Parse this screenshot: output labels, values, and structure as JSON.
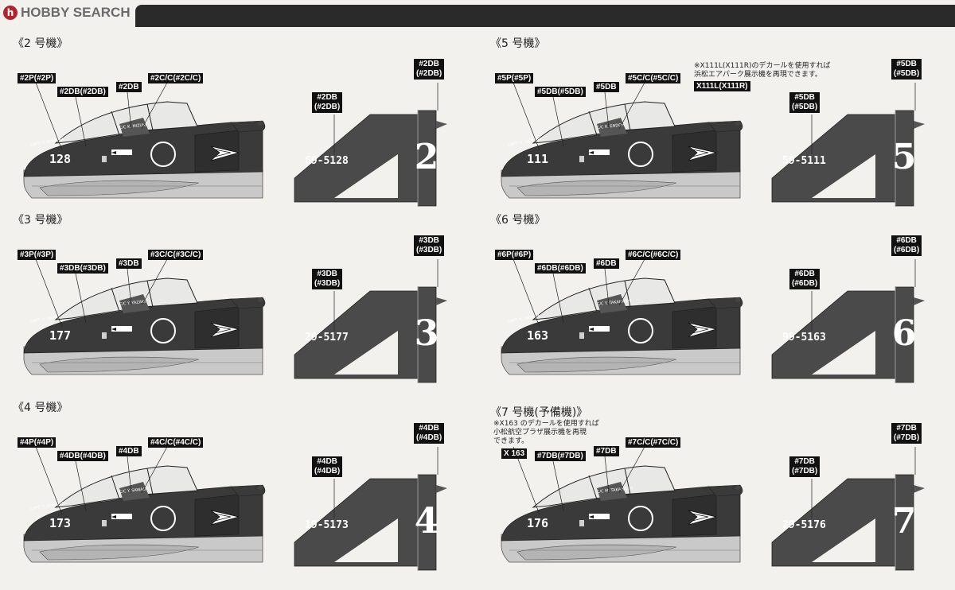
{
  "brand": {
    "mark": "h",
    "name": "HOBBY SEARCH"
  },
  "panels": [
    {
      "title": "《2 号機》",
      "pilot_callout": "#2P(#2P)",
      "db_small_callout": "#2DB(#2DB)",
      "db_callout": "#2DB",
      "cc_callout": "#2C/C(#2C/C)",
      "nose_number": "128",
      "pilot_name": "CAPT. Y. NOMURA",
      "crew_name": "C/C K. MIZUKI",
      "tail_serial": "69-5128",
      "tail_digit": "2",
      "tail_callout_top": [
        "#2DB",
        "(#2DB)"
      ],
      "tail_callout_side": [
        "#2DB",
        "(#2DB)"
      ]
    },
    {
      "title": "《5 号機》",
      "pilot_callout": "#5P(#5P)",
      "db_small_callout": "#5DB(#5DB)",
      "db_callout": "#5DB",
      "cc_callout": "#5C/C(#5C/C)",
      "nose_number": "111",
      "pilot_name": "CAPT. S. SATOSHI",
      "crew_name": "C/C K. ENDOH",
      "tail_serial": "59-5111",
      "tail_digit": "5",
      "tail_callout_top": [
        "#5DB",
        "(#5DB)"
      ],
      "tail_callout_side": [
        "#5DB",
        "(#5DB)"
      ],
      "note_lines": [
        "※X111L(X111R)のデカールを使用すれば",
        "浜松エアパーク展示機を再現できます。"
      ],
      "extra_callout": "X111L(X111R)"
    },
    {
      "title": "《3 号機》",
      "pilot_callout": "#3P(#3P)",
      "db_small_callout": "#3DB(#3DB)",
      "db_callout": "#3DB",
      "cc_callout": "#3C/C(#3C/C)",
      "nose_number": "177",
      "pilot_name": "CAPT. Y. OKANE",
      "crew_name": "C/C Y. YAZAKI",
      "tail_serial": "29-5177",
      "tail_digit": "3",
      "tail_callout_top": [
        "#3DB",
        "(#3DB)"
      ],
      "tail_callout_side": [
        "#3DB",
        "(#3DB)"
      ]
    },
    {
      "title": "《6 号機》",
      "pilot_callout": "#6P(#6P)",
      "db_small_callout": "#6DB(#6DB)",
      "db_callout": "#6DB",
      "cc_callout": "#6C/C(#6C/C)",
      "nose_number": "163",
      "pilot_name": "CAPT. K. MORIYA",
      "crew_name": "C/C Y. TAKAHASHI",
      "tail_serial": "99-5163",
      "tail_digit": "6",
      "tail_callout_top": [
        "#6DB",
        "(#6DB)"
      ],
      "tail_callout_side": [
        "#6DB",
        "(#6DB)"
      ]
    },
    {
      "title": "《4 号機》",
      "pilot_callout": "#4P(#4P)",
      "db_small_callout": "#4DB(#4DB)",
      "db_callout": "#4DB",
      "cc_callout": "#4C/C(#4C/C)",
      "nose_number": "173",
      "pilot_name": "CAPT. T. HOMOTO",
      "crew_name": "C/C Y. SAWADA",
      "tail_serial": "19-5173",
      "tail_digit": "4",
      "tail_callout_top": [
        "#4DB",
        "(#4DB)"
      ],
      "tail_callout_side": [
        "#4DB",
        "(#4DB)"
      ]
    },
    {
      "title": "《7 号機(予備機)》",
      "pilot_callout": "X 163",
      "db_small_callout": "#7DB(#7DB)",
      "db_callout": "#7DB",
      "cc_callout": "#7C/C(#7C/C)",
      "nose_number": "176",
      "pilot_name": "",
      "crew_name": "C/C M. TAKAHASHI",
      "tail_serial": "29-5176",
      "tail_digit": "7",
      "tail_callout_top": [
        "#7DB",
        "(#7DB)"
      ],
      "tail_callout_side": [
        "#7DB",
        "(#7DB)"
      ],
      "note_lines": [
        "※X163 のデカールを使用すれば",
        "小松航空プラザ展示機を再現",
        "できます。"
      ]
    }
  ],
  "colors": {
    "fuselage": "#3a3a3a",
    "underside": "#c9c9c9",
    "tail": "#4a4a4a",
    "canopy": "#e8e8e6",
    "callout_bg": "#111111",
    "background": "#f2f1ee"
  }
}
